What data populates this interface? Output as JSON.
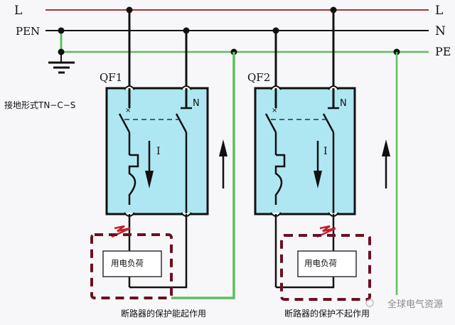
{
  "diagram": {
    "bus_labels_left": {
      "L": "L",
      "PEN": "PEN"
    },
    "bus_labels_right": {
      "L": "L",
      "N": "N",
      "PE": "PE"
    },
    "grounding_label": "接地形式TN−C−S",
    "breakers": [
      {
        "name": "QF1",
        "neutral_label": "N",
        "current_label": "I",
        "load_label": "用电负荷",
        "caption": "断路器的保护能起作用"
      },
      {
        "name": "QF2",
        "neutral_label": "N",
        "current_label": "I",
        "load_label": "用电负荷",
        "caption": "断路器的保护不起作用"
      }
    ],
    "watermark": "全球电气资源",
    "colors": {
      "L_line": "#b0303a",
      "N_line": "#111111",
      "PE_line": "#5cc05c",
      "breaker_fill": "#aee7f2",
      "fault_box": "#6b1020",
      "spark": "#c0202a"
    }
  }
}
